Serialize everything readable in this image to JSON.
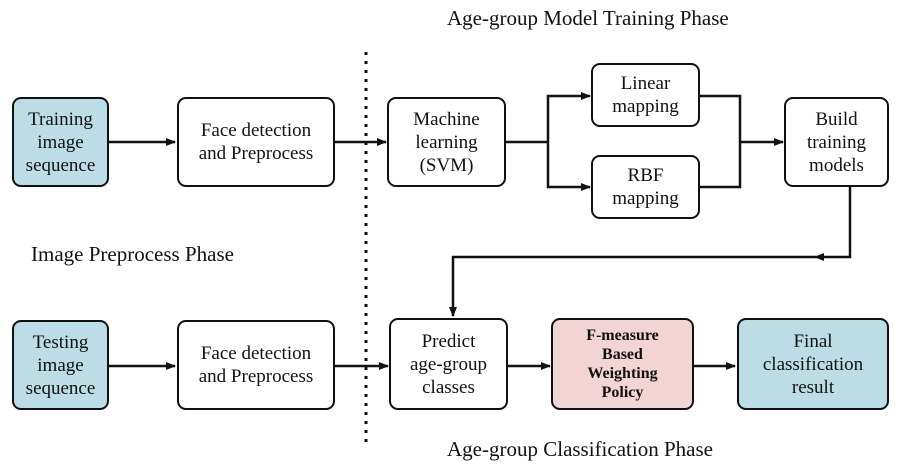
{
  "phases": {
    "training": "Age-group  Model Training Phase",
    "preprocess": "Image  Preprocess Phase",
    "classification": "Age-group  Classification Phase"
  },
  "boxes": {
    "training_seq": "Training\nimage\nsequence",
    "face_detect_top": "Face detection\nand Preprocess",
    "svm": "Machine\nlearning\n(SVM)",
    "linear": "Linear\nmapping",
    "rbf": "RBF\nmapping",
    "build": "Build\ntraining\nmodels",
    "testing_seq": "Testing\nimage\nsequence",
    "face_detect_bottom": "Face detection\nand Preprocess",
    "predict": "Predict\nage-group\nclasses",
    "fmeasure": "F-measure\nBased\nWeighting\nPolicy",
    "final": "Final\nclassification\nresult"
  },
  "colors": {
    "input_fill": "#bcdde6",
    "policy_fill": "#f2d4d4",
    "line": "#111111"
  }
}
